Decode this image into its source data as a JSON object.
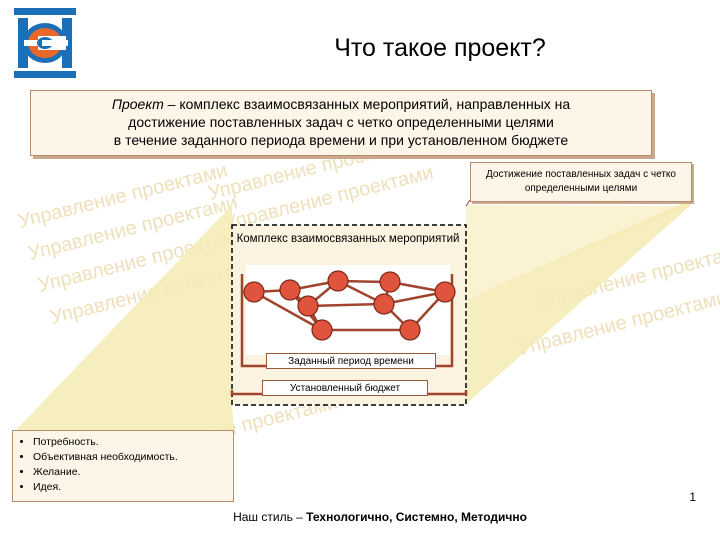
{
  "colors": {
    "logo_blue": "#1b6fb6",
    "logo_orange": "#e8682c",
    "box_fill": "#fdf5e8",
    "box_border": "#b88a6e",
    "funnel": "#f5ebb4",
    "network": "#a0442c",
    "watermark": "#efe0bc"
  },
  "header": {
    "title": "Что такое проект?"
  },
  "definition": {
    "term": "Проект",
    "line1_rest": " – комплекс взаимосвязанных мероприятий, направленных на",
    "line2": "достижение поставленных задач с четко определенными целями",
    "line3": "в течение заданного периода времени и при установленном бюджете"
  },
  "diagram": {
    "goal_label": "Достижение поставленных задач с четко определенными целями",
    "complex_label": "Комплекс взаимосвязанных мероприятий",
    "period_label": "Заданный период времени",
    "budget_label": "Установленный бюджет"
  },
  "watermark_text": "Управление проектами",
  "needs": [
    "Потребность.",
    "Объективная необходимость.",
    "Желание.",
    "Идея."
  ],
  "slide_number": "1",
  "footer": {
    "prefix": "Наш стиль – ",
    "emphasis": "Технологично, Системно, Методично"
  }
}
